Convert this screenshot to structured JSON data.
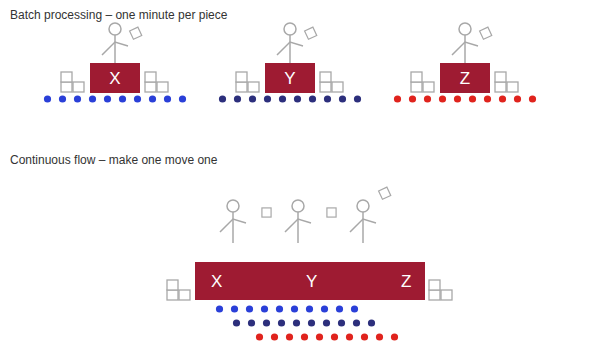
{
  "diagram": {
    "nodes": [
      {
        "text": [
          "X"
        ]
      },
      {
        "text": [
          "Y"
        ]
      },
      {
        "text": [
          "Z"
        ]
      },
      {
        "text": [
          "X",
          "Y",
          "Z"
        ]
      }
    ],
    "labels": [
      "Batch processing – one minute per piece",
      "Continuous flow – make one move one"
    ]
  }
}
